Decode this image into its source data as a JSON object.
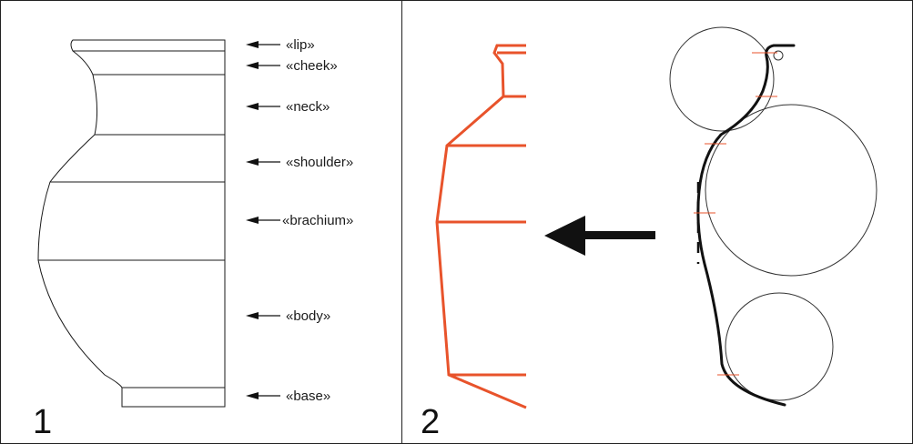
{
  "panels": [
    {
      "number": "1"
    },
    {
      "number": "2"
    }
  ],
  "vessel_parts": [
    {
      "key": "lip",
      "label": "«lip»"
    },
    {
      "key": "cheek",
      "label": "«cheek»"
    },
    {
      "key": "neck",
      "label": "«neck»"
    },
    {
      "key": "shoulder",
      "label": "«shoulder»"
    },
    {
      "key": "brachium",
      "label": "«brachium»"
    },
    {
      "key": "body",
      "label": "«body»"
    },
    {
      "key": "base",
      "label": "«base»"
    }
  ],
  "colors": {
    "profile_segments": "#e8532b",
    "tangent_marks": "#e8532b",
    "outline": "#111111",
    "frame": "#222222"
  }
}
